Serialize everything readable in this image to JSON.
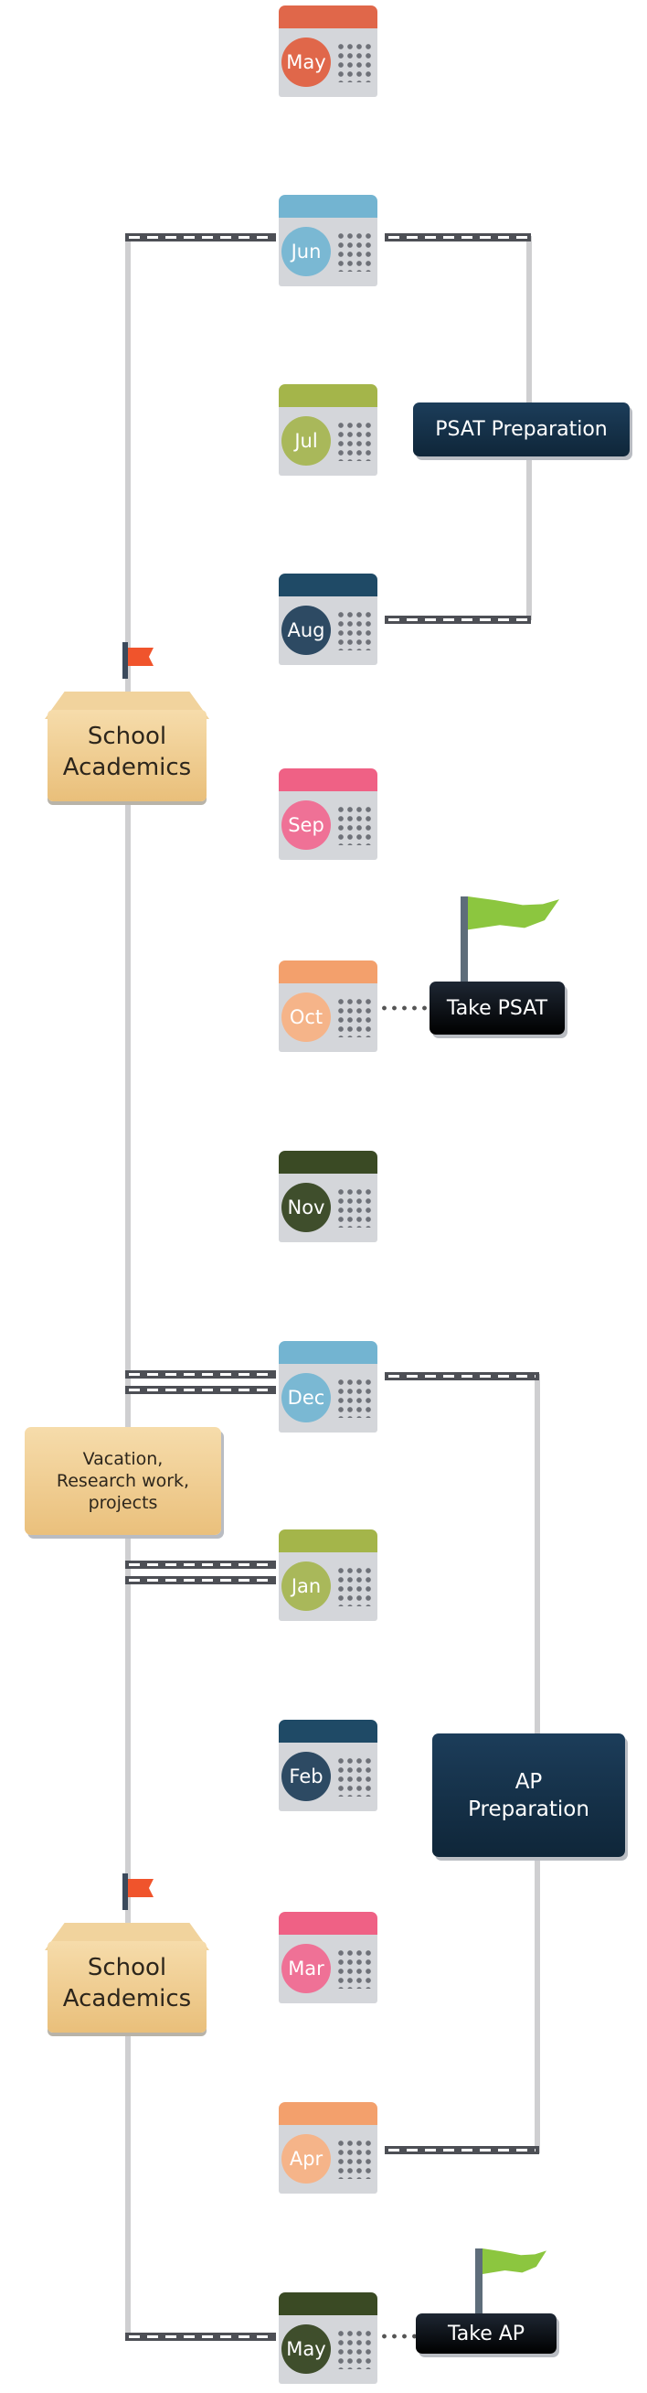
{
  "months": [
    {
      "label": "May",
      "color": "#e0674a",
      "circle": "#e0674a"
    },
    {
      "label": "Jun",
      "color": "#73b4d1",
      "circle": "#7ab8d3"
    },
    {
      "label": "Jul",
      "color": "#a4b54a",
      "circle": "#a9b85a"
    },
    {
      "label": "Aug",
      "color": "#1f4a66",
      "circle": "#2d4a63"
    },
    {
      "label": "Sep",
      "color": "#ef6185",
      "circle": "#ef7196"
    },
    {
      "label": "Oct",
      "color": "#f3a06c",
      "circle": "#f5b489"
    },
    {
      "label": "Nov",
      "color": "#3a4a24",
      "circle": "#3f4e2c"
    },
    {
      "label": "Dec",
      "color": "#73b4d1",
      "circle": "#7ab8d3"
    },
    {
      "label": "Jan",
      "color": "#a4b54a",
      "circle": "#a9b85a"
    },
    {
      "label": "Feb",
      "color": "#1f4a66",
      "circle": "#2d4a63"
    },
    {
      "label": "Mar",
      "color": "#ef6185",
      "circle": "#ef7196"
    },
    {
      "label": "Apr",
      "color": "#f3a06c",
      "circle": "#f5b489"
    },
    {
      "label": "May",
      "color": "#3a4a24",
      "circle": "#3f4e2c"
    }
  ],
  "school_1": {
    "line1": "School",
    "line2": "Academics"
  },
  "school_2": {
    "line1": "School",
    "line2": "Academics"
  },
  "vacation": {
    "line1": "Vacation,",
    "line2": "Research work,",
    "line3": "projects"
  },
  "psat_prep": "PSAT Preparation",
  "take_psat": "Take PSAT",
  "ap_prep": {
    "line1": "AP",
    "line2": "Preparation"
  },
  "take_ap": "Take AP",
  "colors": {
    "navy": "#16354f",
    "tan": "#efcd92",
    "red_flag": "#f0542c",
    "green_flag": "#8cc63f",
    "line": "#cfcfd1",
    "rail": "#4d4f55"
  }
}
